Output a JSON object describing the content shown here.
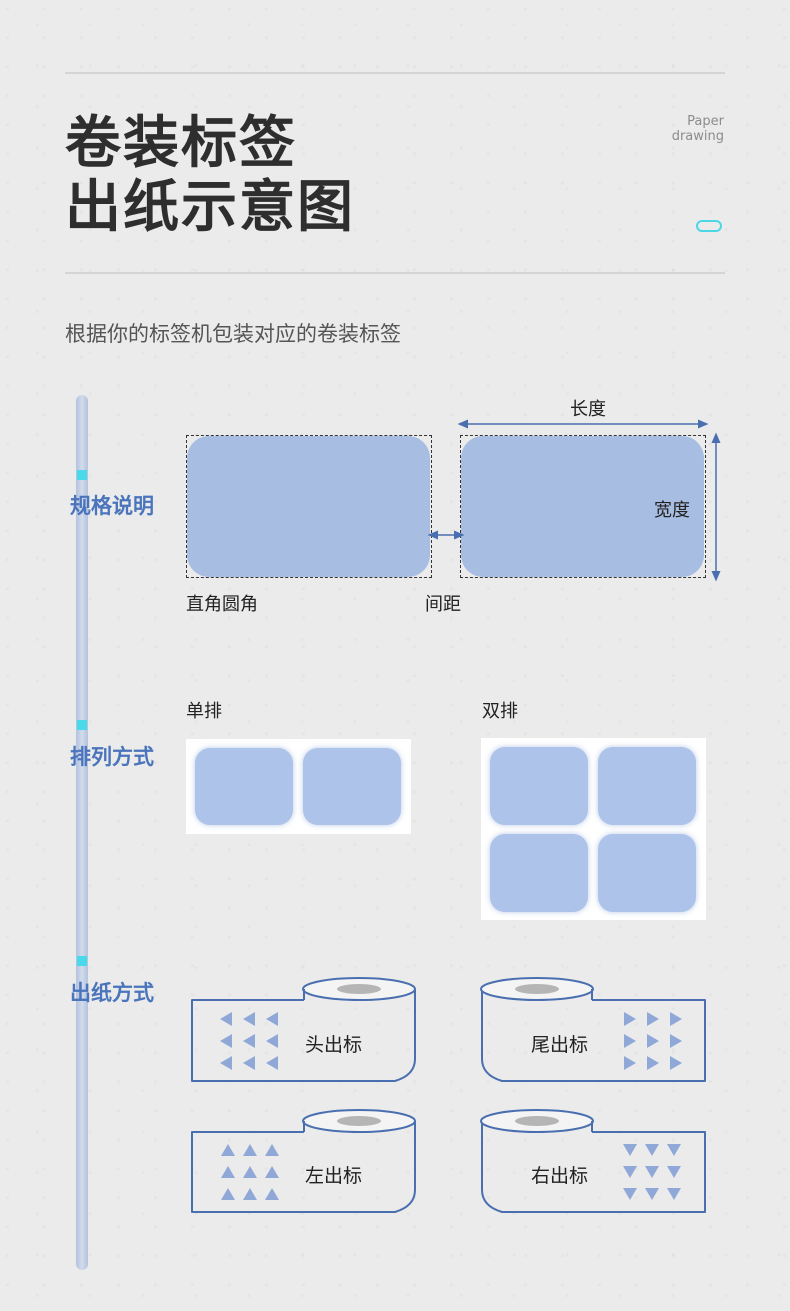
{
  "header": {
    "title_line1": "卷装标签",
    "title_line2": "出纸示意图",
    "tag_line1": "Paper",
    "tag_line2": "drawing",
    "subtitle": "根据你的标签机包装对应的卷装标签"
  },
  "spec": {
    "section_title": "规格说明",
    "length_label": "长度",
    "width_label": "宽度",
    "corner_label": "直角圆角",
    "gap_label": "间距"
  },
  "arrangement": {
    "section_title": "排列方式",
    "single_label": "单排",
    "double_label": "双排"
  },
  "output": {
    "section_title": "出纸方式",
    "head_label": "头出标",
    "tail_label": "尾出标",
    "left_label": "左出标",
    "right_label": "右出标"
  },
  "colors": {
    "accent_blue": "#4a74bc",
    "label_fill": "#a8bde2",
    "marker_cyan": "#49d9e8"
  }
}
